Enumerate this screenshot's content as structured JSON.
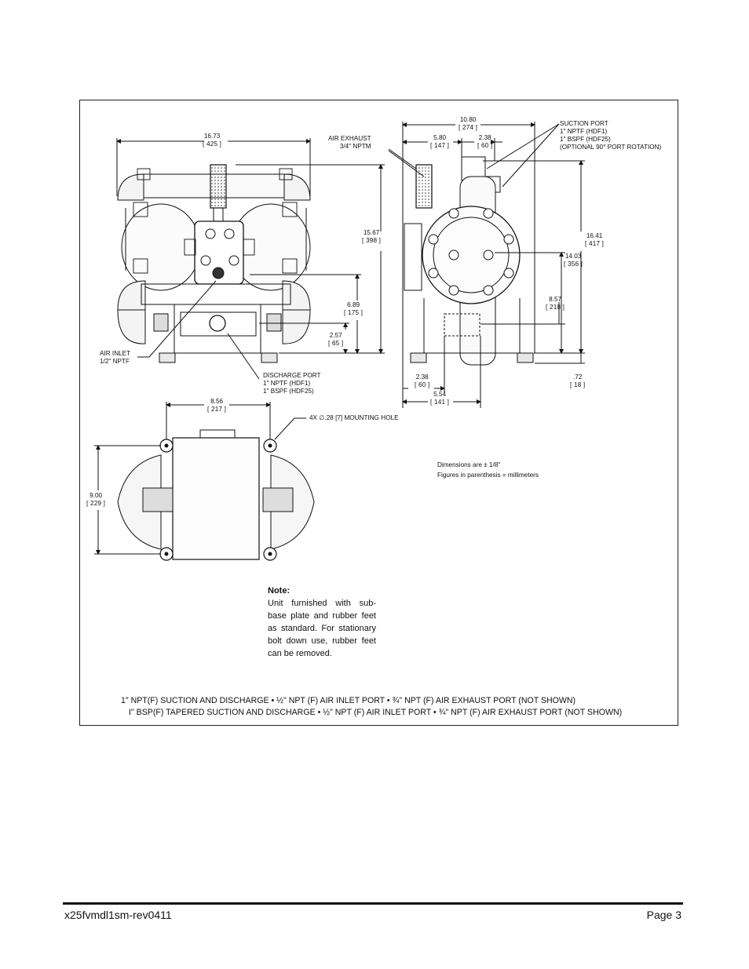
{
  "dimensions": {
    "overall_width": {
      "in": "16.73",
      "mm": "[ 425 ]"
    },
    "air_exhaust": {
      "title": "AIR EXHAUST",
      "spec": "3/4\" NPTM"
    },
    "overall_height_front": {
      "in": "15.67",
      "mm": "[ 398 ]"
    },
    "discharge_height": {
      "in": "6.89",
      "mm": "[ 175 ]"
    },
    "base_height": {
      "in": "2.57",
      "mm": "[ 65 ]"
    },
    "side_depth": {
      "in": "10.80",
      "mm": "[ 274 ]"
    },
    "side_offset_a": {
      "in": "5.80",
      "mm": "[ 147 ]"
    },
    "side_offset_b": {
      "in": "2.38",
      "mm": "[ 60 ]"
    },
    "side_height_total": {
      "in": "16.41",
      "mm": "[ 417 ]"
    },
    "side_height_mid": {
      "in": "14.03",
      "mm": "[ 356 ]"
    },
    "side_height_low": {
      "in": "8.57",
      "mm": "[ 218 ]"
    },
    "bottom_offset": {
      "in": "2.38",
      "mm": "[ 60 ]"
    },
    "bottom_depth": {
      "in": "5.54",
      "mm": "[ 141 ]"
    },
    "foot_height": {
      "in": ".72",
      "mm": "[ 18 ]"
    },
    "plan_width": {
      "in": "8.56",
      "mm": "[ 217 ]"
    },
    "plan_depth": {
      "in": "9.00",
      "mm": "[ 229 ]"
    }
  },
  "ports": {
    "suction": [
      "SUCTION PORT",
      "1\" NPTF (HDF1)",
      "1\" BSPF (HDF25)",
      "(OPTIONAL 90° PORT ROTATION)"
    ],
    "discharge": [
      "DISCHARGE PORT",
      "1\" NPTF (HDF1)",
      "1\" BSPF (HDF25)"
    ],
    "air_inlet": [
      "AIR INLET",
      "1/2\" NPTF"
    ],
    "mounting_hole": "4X  ∅.28 [7] MOUNTING HOLE"
  },
  "tolerance_notes": [
    "Dimensions are ± 1/8\"",
    "Figures in parenthesis = millimeters"
  ],
  "note": {
    "heading": "Note:",
    "body": "Unit furnished with sub-base plate and rubber feet as standard. For stationary bolt down use, rubber feet can be removed."
  },
  "footer_lines": [
    "1\" NPT(F) SUCTION AND DISCHARGE • ½\" NPT (F) AIR INLET PORT • ¾\" NPT (F) AIR EXHAUST PORT (NOT SHOWN)",
    "I\" BSP(F) TAPERED SUCTION AND DISCHARGE • ½\" NPT (F) AIR INLET PORT • ¾\" NPT (F) AIR EXHAUST PORT (NOT SHOWN)"
  ],
  "page_footer": {
    "doc_id": "x25fvmdl1sm-rev0411",
    "page": "Page 3"
  }
}
